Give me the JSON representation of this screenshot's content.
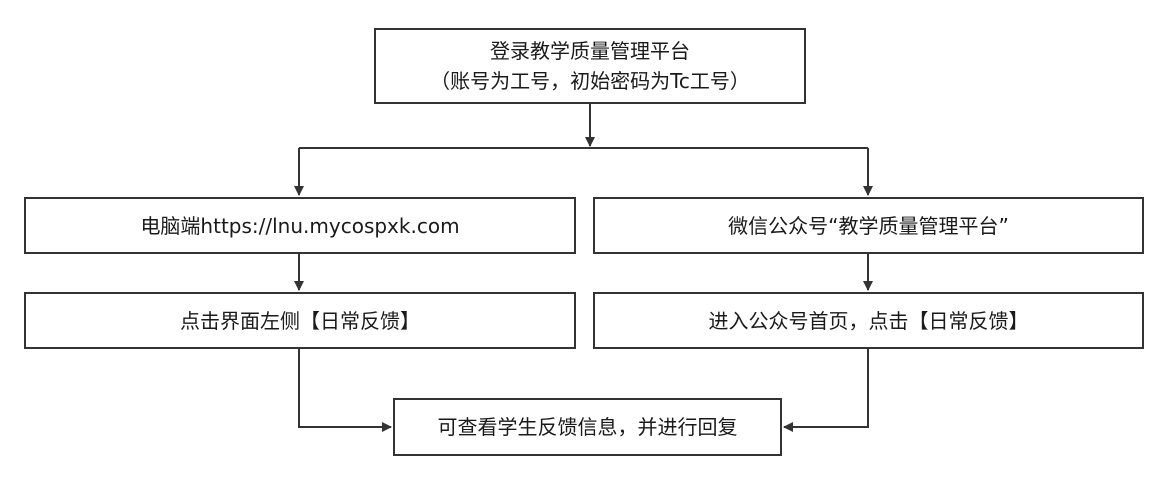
{
  "flowchart": {
    "login": {
      "line1": "登录教学质量管理平台",
      "line2": "（账号为工号，初始密码为Tc工号）"
    },
    "pc_access": "电脑端https://lnu.mycospxk.com",
    "wechat_access": "微信公众号“教学质量管理平台”",
    "pc_click": "点击界面左侧【日常反馈】",
    "wechat_click": "进入公众号首页，点击【日常反馈】",
    "result": "可查看学生反馈信息，并进行回复"
  },
  "colors": {
    "line": "#333333",
    "box_border": "#333333",
    "box_fill": "#ffffff"
  }
}
